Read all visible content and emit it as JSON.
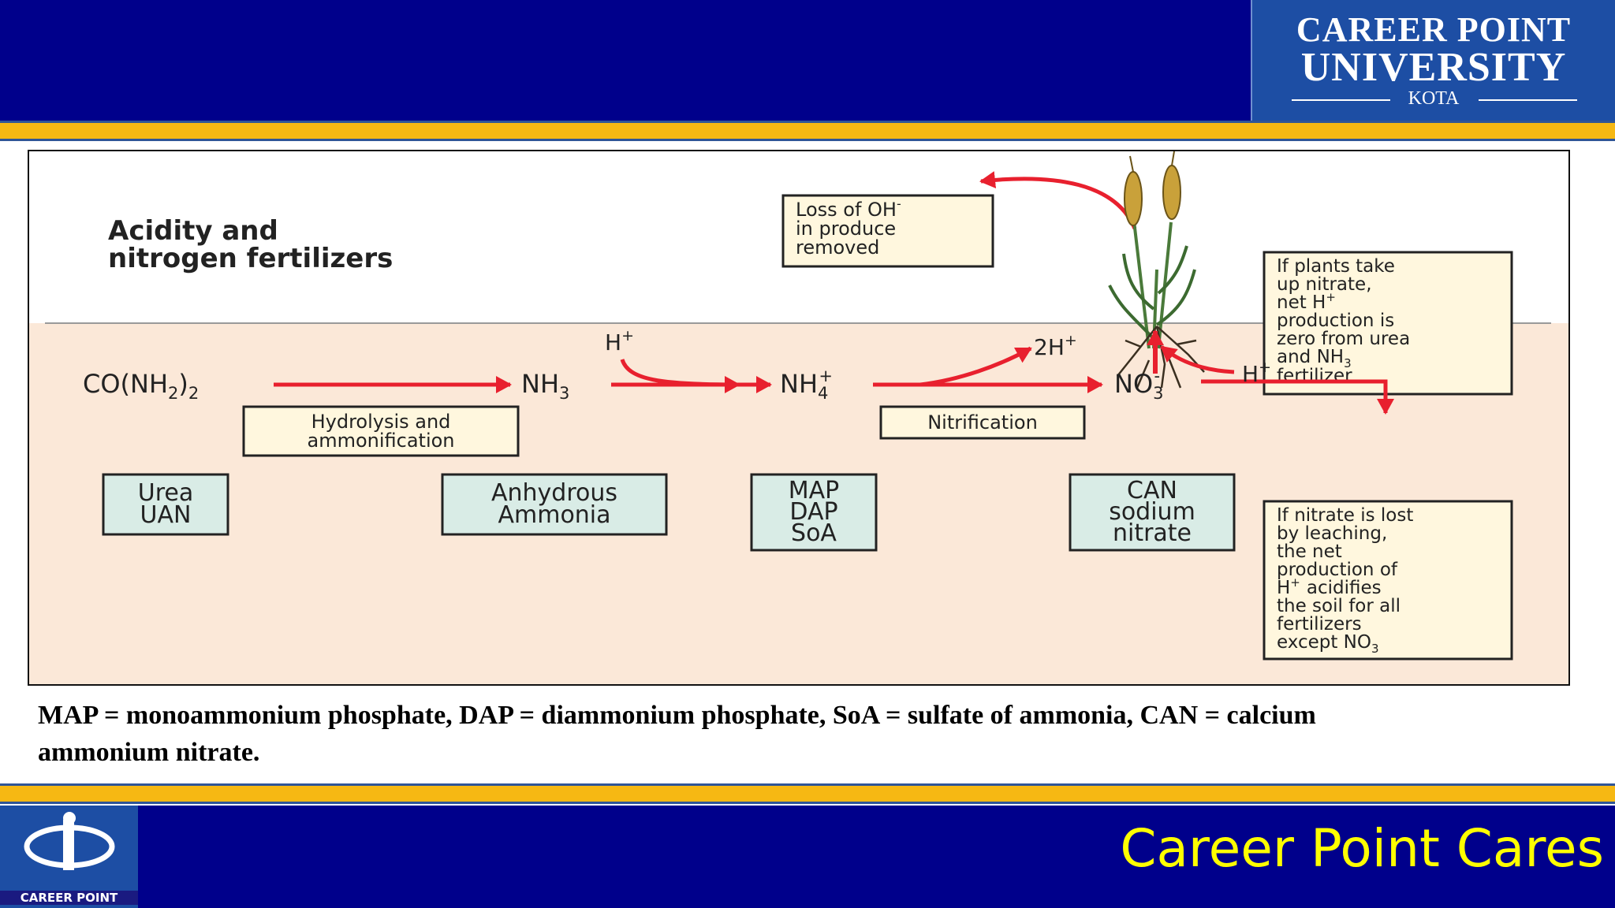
{
  "header": {
    "logo_line1": "CAREER POINT",
    "logo_line2": "UNIVERSITY",
    "logo_sub": "KOTA"
  },
  "diagram": {
    "title_line1": "Acidity and",
    "title_line2": "nitrogen fertilizers",
    "loss_box": [
      "Loss of OH",
      "in produce",
      "removed"
    ],
    "loss_box_sup": "-",
    "uptake_box": [
      "If plants take",
      "up nitrate,",
      "net H",
      "production is",
      "zero from urea",
      "and NH",
      "fertilizer"
    ],
    "leach_box": [
      "If nitrate is lost",
      "by leaching,",
      "the net",
      "production of",
      "H",
      "acidifies",
      "the soil for all",
      "fertilizers",
      "except NO"
    ],
    "compounds": {
      "urea_formula": "CO(NH",
      "nh3": "NH",
      "nh4": "NH",
      "no3": "NO"
    },
    "h_plus_1": "H",
    "h_plus_2": "2H",
    "h_plus_3": "H",
    "plus": "+",
    "process_1": [
      "Hydrolysis and",
      "ammonification"
    ],
    "process_2": "Nitrification",
    "fertilizers": {
      "f1": [
        "Urea",
        "UAN"
      ],
      "f2": [
        "Anhydrous",
        "Ammonia"
      ],
      "f3": [
        "MAP",
        "DAP",
        "SoA"
      ],
      "f4": [
        "CAN",
        "sodium",
        "nitrate"
      ]
    }
  },
  "caption": {
    "line1": "MAP = monoammonium phosphate, DAP = diammonium phosphate, SoA = sulfate of ammonia, CAN = calcium",
    "line2": "ammonium nitrate."
  },
  "footer": {
    "logo_text": "CAREER POINT",
    "slogan": "Career Point Cares"
  },
  "colors": {
    "bar_blue": "#00008b",
    "stripe_gold": "#f6b813",
    "arrow_red": "#e8202e",
    "soil": "#fbe8d8",
    "box_fill": "#d9ece6",
    "note_fill": "#fff7de",
    "slogan": "#ffff00"
  }
}
